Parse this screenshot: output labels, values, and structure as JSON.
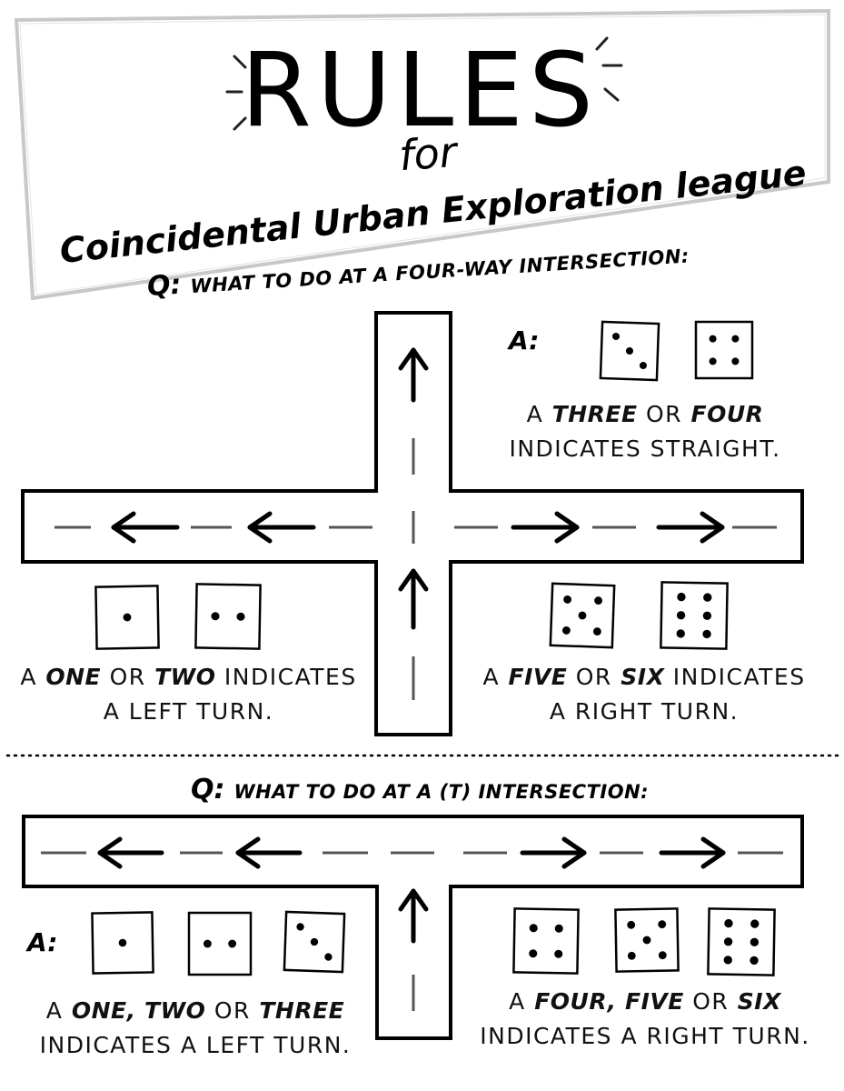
{
  "banner": {
    "title": "RULES",
    "subtitle_for": "for",
    "subtitle_name": "Coincidental Urban Exploration league"
  },
  "section_four_way": {
    "question_tag": "Q:",
    "question": "WHAT TO DO AT A FOUR-WAY INTERSECTION:",
    "answer_tag": "A:",
    "straight": {
      "dice": [
        3,
        4
      ],
      "line1_pre": "A ",
      "b1": "THREE",
      "mid": " OR ",
      "b2": "FOUR",
      "line2": "INDICATES STRAIGHT."
    },
    "left": {
      "dice": [
        1,
        2
      ],
      "line1_pre": "A ",
      "b1": "ONE",
      "mid": " OR ",
      "b2": "TWO",
      "line1_post": " INDICATES",
      "line2": "A LEFT TURN."
    },
    "right": {
      "dice": [
        5,
        6
      ],
      "line1_pre": "A ",
      "b1": "FIVE",
      "mid": " OR ",
      "b2": "SIX",
      "line1_post": " INDICATES",
      "line2": "A RIGHT TURN."
    }
  },
  "section_t": {
    "question_tag": "Q:",
    "question": "WHAT TO DO AT A (T) INTERSECTION:",
    "answer_tag": "A:",
    "left": {
      "dice": [
        1,
        2,
        3
      ],
      "line1_pre": "A ",
      "b1": "ONE,",
      "mid": " ",
      "b2": "TWO",
      "mid2": " OR ",
      "b3": "THREE",
      "line2": "INDICATES A LEFT TURN."
    },
    "right": {
      "dice": [
        4,
        5,
        6
      ],
      "line1_pre": "A ",
      "b1": "FOUR,",
      "mid": " ",
      "b2": "FIVE",
      "mid2": " OR ",
      "b3": "SIX",
      "line2": "INDICATES A RIGHT TURN."
    }
  },
  "colors": {
    "ink": "#000000",
    "banner_fill": "#ffffff",
    "banner_border": "#c8c8c8",
    "dash": "#555555"
  }
}
